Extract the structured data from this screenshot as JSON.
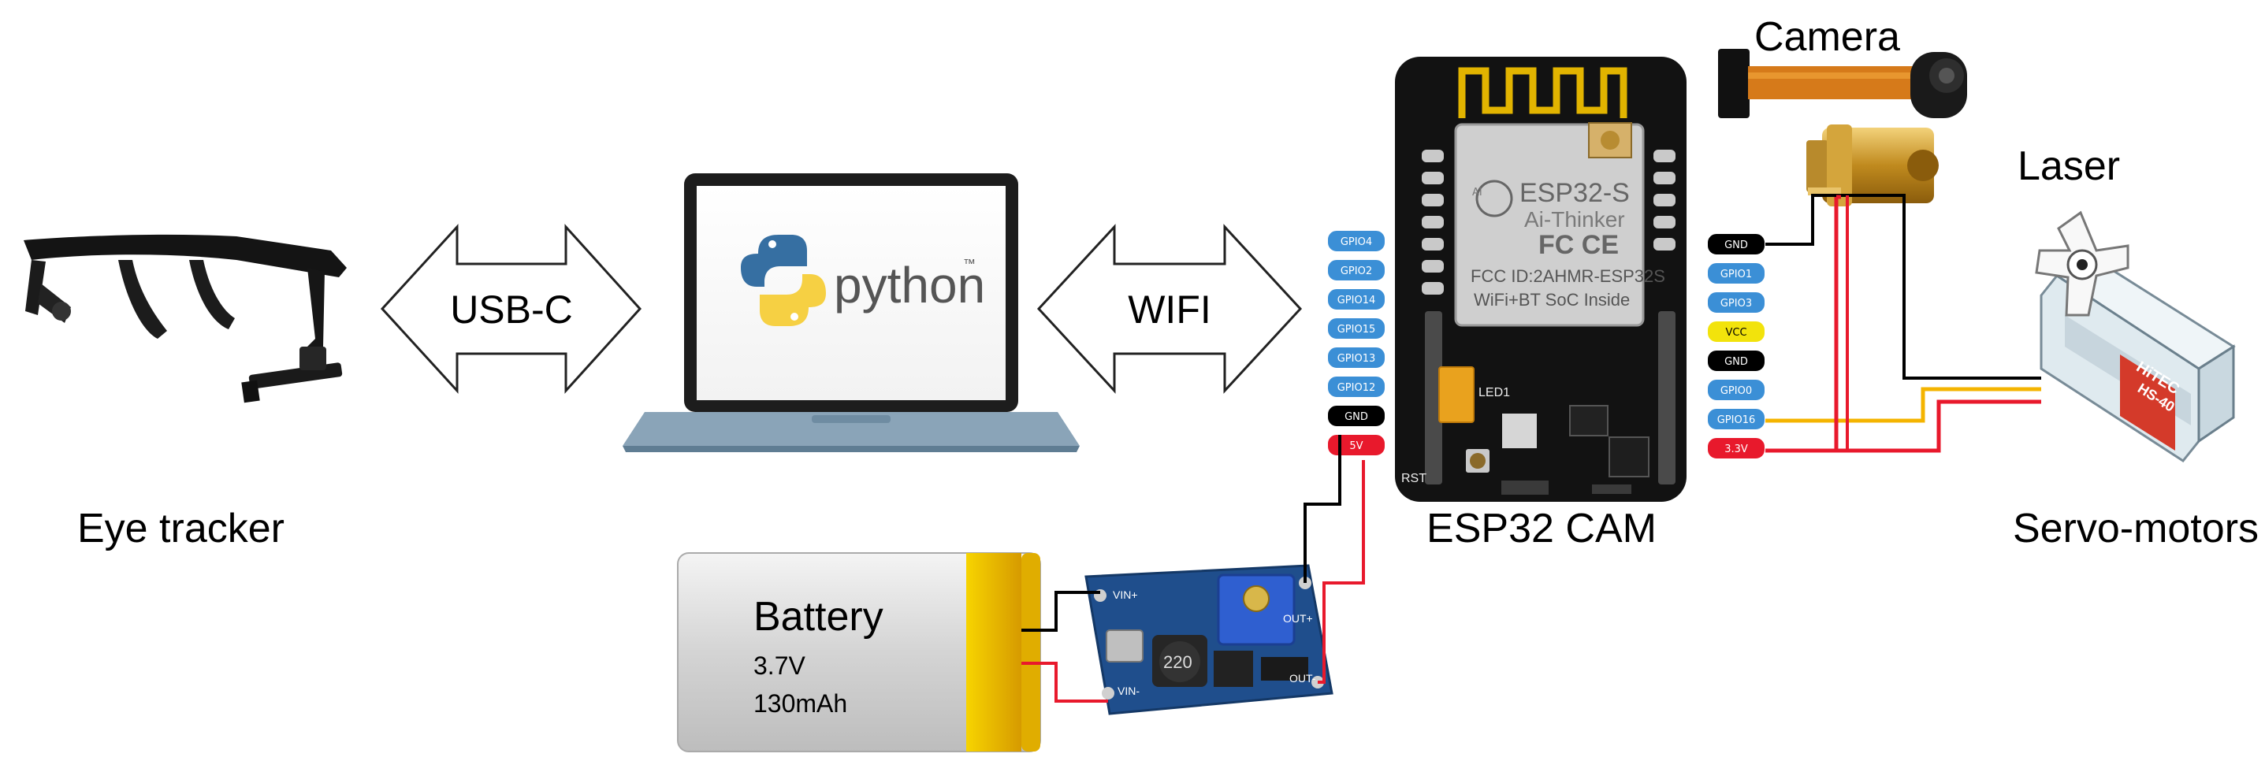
{
  "labels": {
    "eye_tracker": "Eye tracker",
    "python": "python",
    "python_tm": "™",
    "usb": "USB-C",
    "wifi": "WIFI",
    "esp32cam": "ESP32 CAM",
    "camera": "Camera",
    "laser": "Laser",
    "servo": "Servo-motors",
    "battery_title": "Battery",
    "battery_voltage": "3.7V",
    "battery_capacity": "130mAh"
  },
  "module": {
    "line1": "ESP32-S",
    "line2": "Ai-Thinker",
    "line3": "FCC ID:2AHMR-ESP32S",
    "line4": "WiFi+BT SoC Inside",
    "led": "LED1",
    "rst": "RST",
    "fcc": "FC CE",
    "ai": "AI"
  },
  "booster": {
    "vin_plus": "VIN+",
    "vin_minus": "VIN-",
    "out_plus": "OUT+",
    "out_minus": "OUT-",
    "inductor": "220"
  },
  "servo": {
    "brand": "HiTEC",
    "model": "HS-40"
  },
  "pins_left": [
    "GPIO4",
    "GPIO2",
    "GPIO14",
    "GPIO15",
    "GPIO13",
    "GPIO12",
    "GND",
    "5V"
  ],
  "pins_right": [
    "GND",
    "GPIO1",
    "GPIO3",
    "VCC",
    "GND",
    "GPIO0",
    "GPIO16",
    "3.3V"
  ],
  "colors": {
    "pin_blue": "#3b8fd6",
    "pin_black": "#000000",
    "pin_red": "#e8192c",
    "pin_yellow": "#f2e30c",
    "wire_red": "#e8192c",
    "wire_yellow": "#f4b400",
    "wire_black": "#000000",
    "board": "#111111",
    "pcb_blue": "#1f4e8c",
    "laptop": "#6d8fa8",
    "battery_gold": "#f2c200"
  }
}
